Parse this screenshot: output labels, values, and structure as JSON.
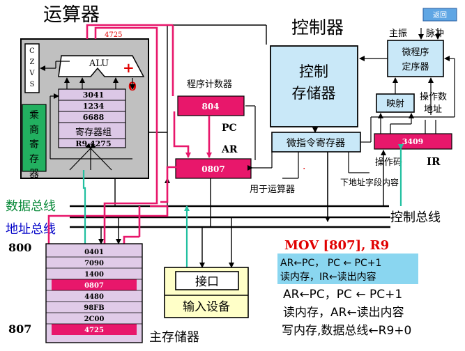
{
  "title": "运算器",
  "alu": {
    "flags": [
      "C",
      "Z",
      "V",
      "S"
    ],
    "label": "ALU",
    "plus": "+",
    "result_top": "4725",
    "zero": "0"
  },
  "registers": {
    "values": [
      "3041",
      "1234",
      "6688"
    ],
    "group_label": "寄存器组",
    "last_row": "R9  4275"
  },
  "mul_div": "乘商寄存器",
  "pc": {
    "caption": "程序计数器",
    "value": "804",
    "label": "PC"
  },
  "ar": {
    "label": "AR",
    "value": "0807"
  },
  "for_alu": "用于运算器",
  "controller": {
    "title": "控制器"
  },
  "control_store": {
    "line1": "控制",
    "line2": "存储器"
  },
  "micro_ir": "微指令寄存器",
  "return_button": "返回",
  "main_freq": "主振",
  "pulse": "脉冲",
  "sequencer": {
    "line1": "微程序",
    "line2": "定序器"
  },
  "mapping": "映射",
  "operand": {
    "line1": "操作数",
    "line2": "地址"
  },
  "ir": {
    "value": "3409",
    "label": "IR",
    "opcode": "操作码"
  },
  "next_addr": "下地址字段内容",
  "data_bus": "数据总线",
  "addr_bus": "地址总线",
  "control_bus": "控制总线",
  "memory": {
    "start_addr": "800",
    "end_addr": "807",
    "cells": [
      "0401",
      "7090",
      "1400",
      "0807",
      "4480",
      "98FB",
      "2C00",
      "4725"
    ],
    "label": "主存储器"
  },
  "interface": {
    "label": "接口",
    "device": "输入设备"
  },
  "instruction": {
    "heading": "MOV  [807],  R9",
    "fetch1": "AR←PC，  PC ← PC+1",
    "fetch2": "读内存，IR←读出内容",
    "exec1": "AR←PC，PC ← PC+1",
    "exec2": "读内存，AR←读出内容",
    "exec3": "写内存,数据总线←R9+0"
  },
  "colors": {
    "red_path": "#e8176b",
    "teal_path": "#22c0a0",
    "register_fill": "#dcc8e6",
    "mul_div_fill": "#22b060",
    "light_blue": "#c9e8f8",
    "memory_fill": "#e0cbe8",
    "highlight": "#e8176b",
    "note_red": "#e00000",
    "fetch_box": "#8ad6f0",
    "bus_green": "#0a8a3a",
    "bus_blue": "#0000c8"
  }
}
